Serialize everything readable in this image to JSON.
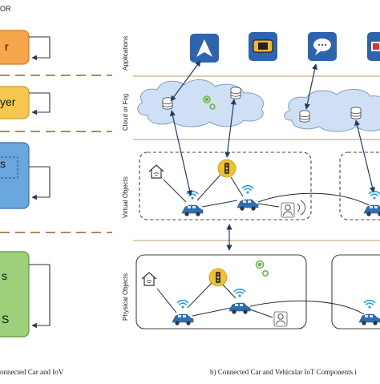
{
  "left_panel": {
    "header": "OR",
    "blocks": [
      {
        "text": "r",
        "fill": "#f8a64a",
        "border": "#d0792b"
      },
      {
        "text": "yer",
        "fill": "#f6c84f",
        "border": "#c99a2a"
      },
      {
        "text": "s",
        "fill": "#6aa7df",
        "border": "#3c6fa5"
      },
      {
        "text": "s",
        "fill": "#9cd07a",
        "border": "#5d9a3c"
      },
      {
        "text": "S",
        "fill": "#9cd07a",
        "border": "#5d9a3c"
      }
    ],
    "caption": "onnected Car and IoV"
  },
  "right_panel": {
    "layers": [
      "Applications",
      "Cloud or Fog",
      "Virtual Objects",
      "Physical Objects"
    ],
    "app_icons": [
      {
        "icon": "navigation-arrow-icon",
        "color": "#2e63b0"
      },
      {
        "icon": "game-console-icon",
        "color": "#2e63b0"
      },
      {
        "icon": "chat-bubble-icon",
        "color": "#2e63b0"
      },
      {
        "icon": "battery-icon",
        "color": "#2e63b0"
      }
    ],
    "caption": "b) Connected Car and Vehicular IoT Components i"
  },
  "colors": {
    "divider": "#b08a5a",
    "arrow": "#1f3b63",
    "cloud": "#cfe0f5",
    "car": "#2c6fb5"
  }
}
